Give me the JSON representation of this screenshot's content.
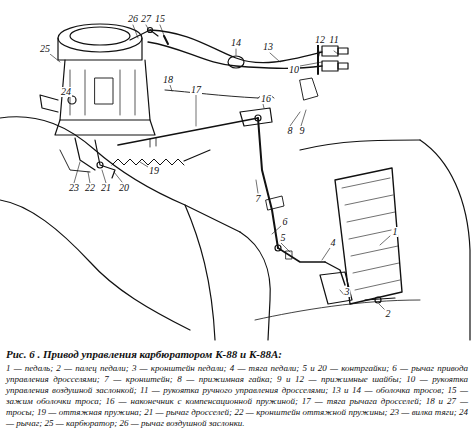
{
  "diagram": {
    "title": "Рис. 6 . Привод управления карбюратором К-88 и К-88А:",
    "caption": "1 — педаль; 2 — палец педали; 3 — кронштейн педали; 4 — тяга педали; 5 и 20 — контргайки; 6 — рычаг привода управления дросселями; 7 — кронштейн; 8 — прижимная гайка; 9 и 12 — прижимные шайбы; 10 — рукоятка управления воздушной заслонкой; 11 — рукоятка ручного управления дросселями; 13 и 14 — оболочка тросов; 15 — зажим оболочки троса; 16 — наконечник с компенсационной пружиной; 17 — тяга рычага дросселей; 18 и 27 — тросы; 19 — оттяжная пружина; 21 — рычаг дросселей; 22 — кронштейн оттяжной пружины; 23 — вилка тяги; 24 — рычаг; 25 — карбюратор; 26 — рычаг воздушной заслонки.",
    "labels": [
      "1",
      "2",
      "3",
      "4",
      "5",
      "6",
      "7",
      "8",
      "9",
      "10",
      "11",
      "12",
      "13",
      "14",
      "15",
      "16",
      "17",
      "18",
      "19",
      "20",
      "21",
      "22",
      "23",
      "24",
      "25",
      "26",
      "27"
    ]
  }
}
